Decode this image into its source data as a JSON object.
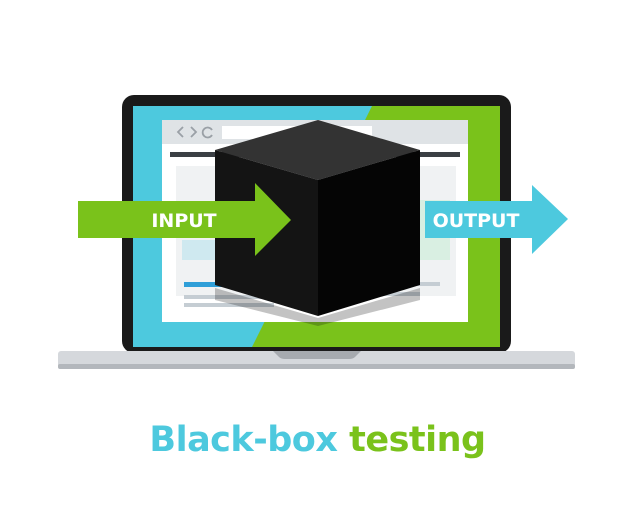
{
  "input_label": "INPUT",
  "output_label": "OUTPUT",
  "caption": {
    "part_a": "Black-box",
    "part_b": "testing"
  },
  "colors": {
    "cyan": "#4dc9de",
    "green": "#7ac21b",
    "laptop_frame": "#1a1a1a",
    "laptop_base": "#d5d8dc",
    "box": "#141414"
  },
  "icons": [
    "browser-back-icon",
    "browser-forward-icon",
    "browser-refresh-icon",
    "black-box-cube-icon",
    "input-arrow-icon",
    "output-arrow-icon"
  ]
}
